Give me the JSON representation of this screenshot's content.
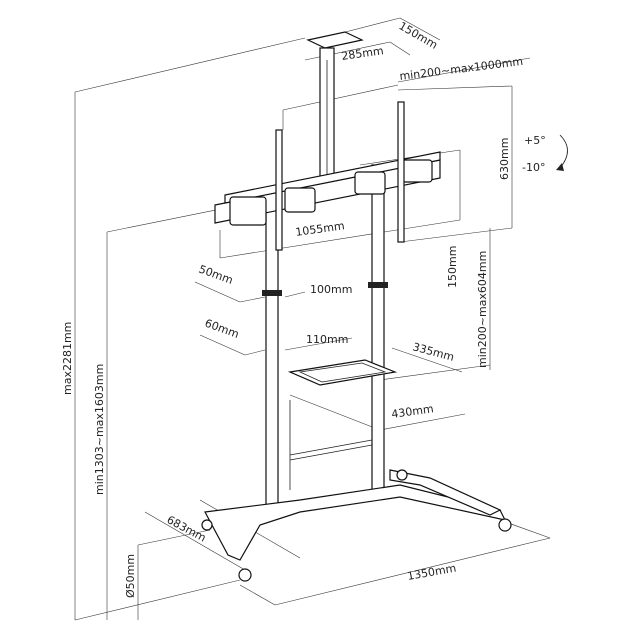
{
  "diagram": {
    "labels": {
      "top_depth": "150mm",
      "top_width": "285mm",
      "mount_width_range": "min200~max1000mm",
      "tilt_up": "+5°",
      "tilt_down": "-10°",
      "mount_height": "630mm",
      "bracket_width": "1055mm",
      "clamp_upper_height": "50mm",
      "clamp_upper_width": "100mm",
      "vertical_adjust": "150mm",
      "mount_vertical_range": "min200~max604mm",
      "clamp_lower_height": "60mm",
      "clamp_lower_width": "110mm",
      "shelf_depth": "335mm",
      "shelf_width": "430mm",
      "max_height": "max2281mm",
      "center_height_range": "min1303~max1603mm",
      "base_depth": "683mm",
      "caster_diameter": "Ø50mm",
      "base_width": "1350mm"
    }
  }
}
